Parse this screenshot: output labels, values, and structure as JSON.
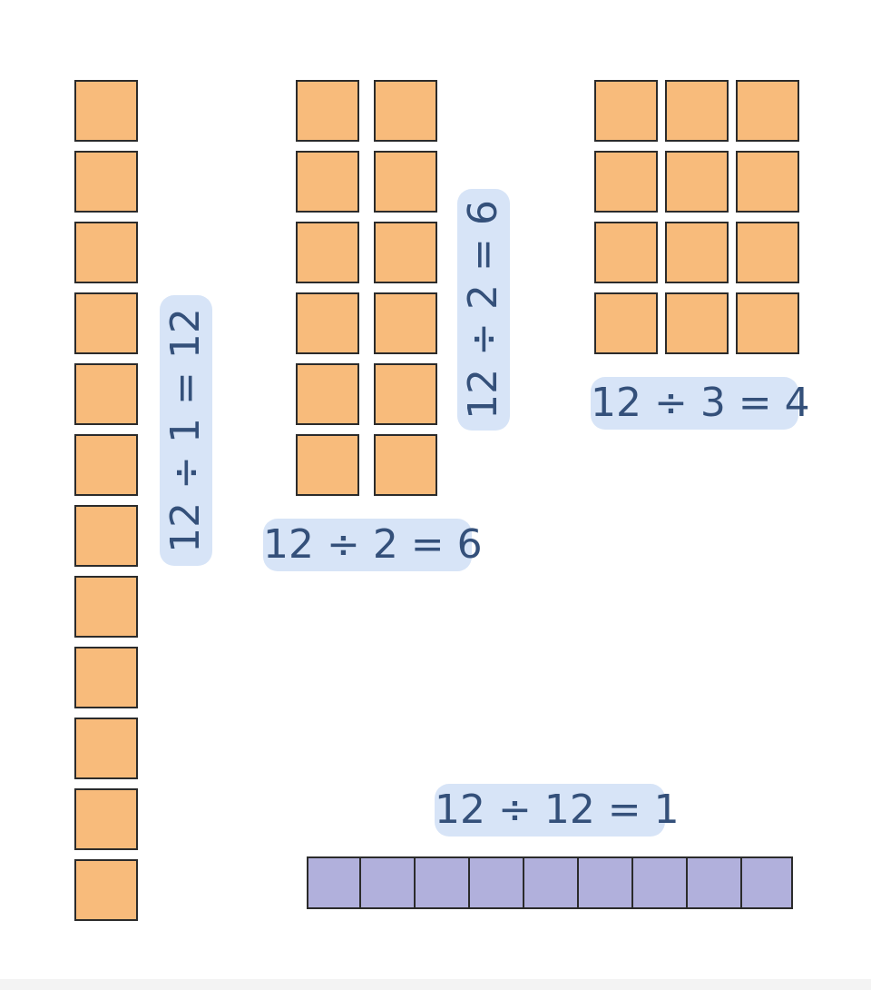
{
  "colors": {
    "background": "#ffffff",
    "tile_orange": "#f8bb7b",
    "tile_purple": "#b1b0dc",
    "tile_border": "#2b2b2b",
    "label_background": "#d7e4f7",
    "label_text": "#34507a"
  },
  "arrangements": [
    {
      "name": "one-column",
      "rows": 12,
      "columns": 1,
      "tile_color": "orange",
      "label": "12 ÷ 1 = 12"
    },
    {
      "name": "two-columns",
      "rows": 6,
      "columns": 2,
      "tile_color": "orange",
      "label_vertical": "12 ÷ 2 = 6",
      "label_horizontal": "12 ÷ 2 = 6"
    },
    {
      "name": "three-columns",
      "rows": 4,
      "columns": 3,
      "tile_color": "orange",
      "label": "12 ÷ 3 = 4"
    },
    {
      "name": "purple-row",
      "rows": 1,
      "columns": 9,
      "tile_color": "purple",
      "label": "12 ÷ 12 = 1"
    }
  ]
}
